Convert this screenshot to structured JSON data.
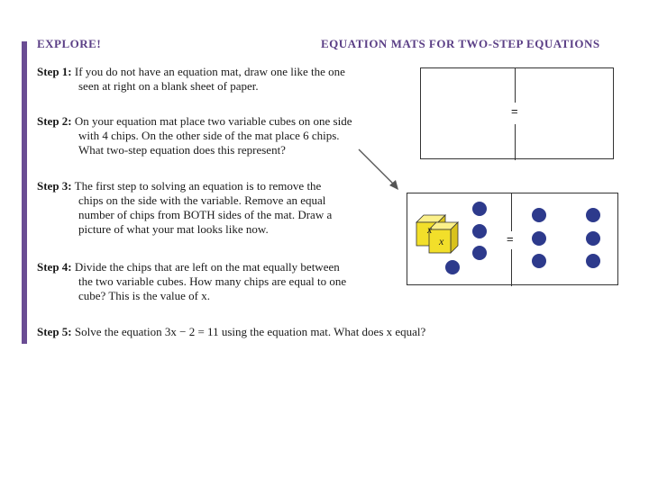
{
  "header": {
    "left": "EXPLORE!",
    "right": "EQUATION MATS FOR TWO-STEP EQUATIONS"
  },
  "steps": [
    {
      "label": "Step 1:",
      "first": "If you do not have an equation mat, draw one like the one",
      "rest": [
        "seen at right on a blank sheet of paper."
      ]
    },
    {
      "label": "Step 2:",
      "first": "On your equation mat place two variable cubes on one side",
      "rest": [
        "with 4 chips. On the other side of the mat place 6 chips.",
        "What two-step equation does this represent?"
      ]
    },
    {
      "label": "Step 3:",
      "first": "The first step to solving an equation is to remove the",
      "rest": [
        "chips on the side with the variable. Remove an equal",
        "number of chips from BOTH sides of the mat. Draw a",
        "picture of what your mat looks like now."
      ]
    },
    {
      "label": "Step 4:",
      "first": "Divide the chips that are left on the mat equally between",
      "rest": [
        "the two variable cubes. How many chips are equal to one",
        "cube? This is the value of x."
      ]
    },
    {
      "label": "Step 5:",
      "first": "Solve the equation 3x − 2 = 11 using the equation mat. What does x equal?",
      "rest": []
    }
  ],
  "mat_top": {
    "equals": "="
  },
  "mat_bottom": {
    "equals": "=",
    "cube_label": "x",
    "cube_label_back": "x",
    "left_chips": 4,
    "right_chips": 6
  },
  "colors": {
    "accent": "#5b3f86",
    "bar": "#6a4c93",
    "chip": "#2d3a8c",
    "cube": "#f2df2a"
  }
}
